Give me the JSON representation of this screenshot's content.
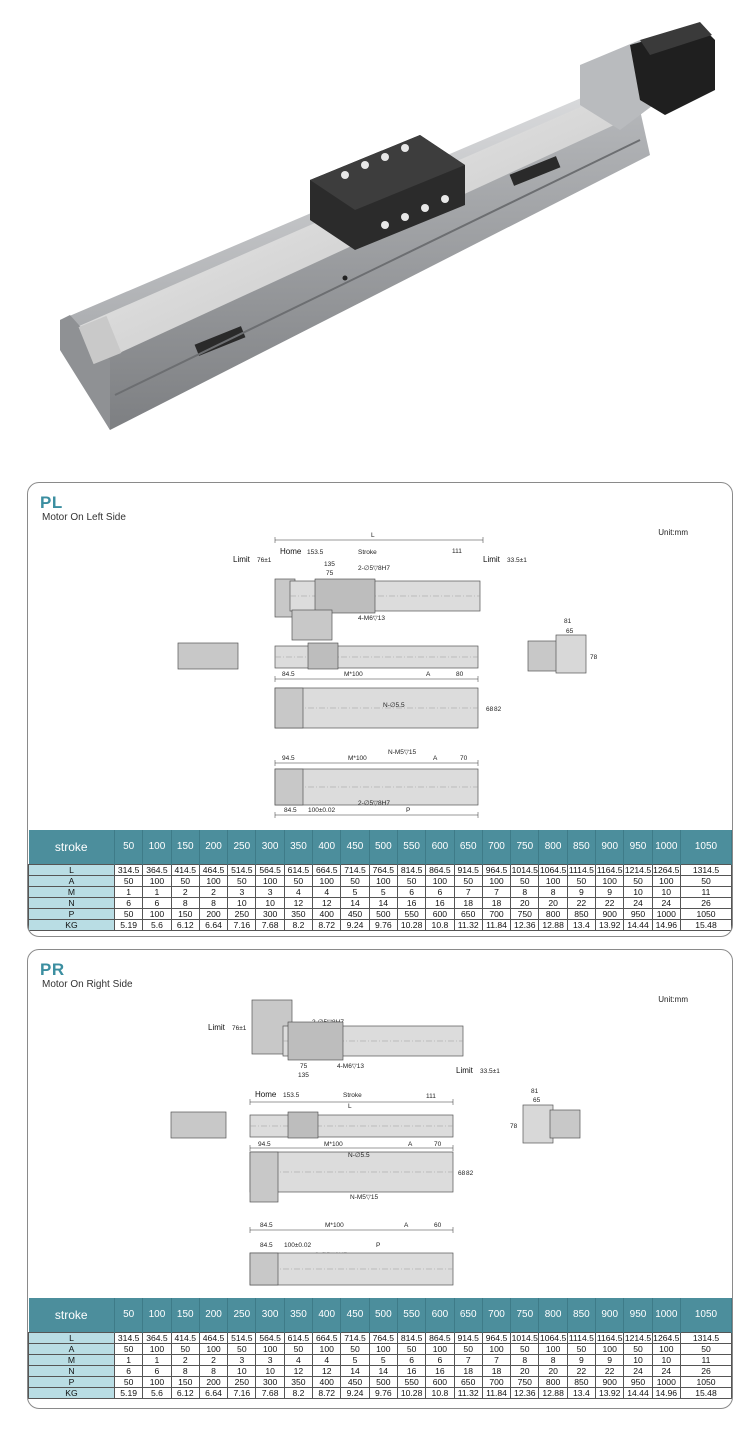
{
  "sections": [
    {
      "id": "pl",
      "code": "PL",
      "subtitle": "Motor On Left Side",
      "unit": "Unit:mm",
      "labels": {
        "L": "L",
        "home": "Home",
        "home_val": "153.5",
        "stroke": "Stroke",
        "d111": "111",
        "limit_l": "Limit",
        "limit_l_val": "76±1",
        "limit_r": "Limit",
        "limit_r_val": "33.5±1",
        "d135": "135",
        "d75": "75",
        "pin": "2-∅5▽8H7",
        "m6": "4-M6▽13",
        "d81": "81",
        "d65": "65",
        "d78": "78",
        "d845a": "84.5",
        "m100a": "M*100",
        "Aa": "A",
        "d80": "80",
        "nphi": "N-∅5.5",
        "nm5": "N-M5▽15",
        "d68": "68",
        "d82": "82",
        "d945": "94.5",
        "m100b": "M*100",
        "Ab": "A",
        "d70": "70",
        "pin2": "2-∅5▽8H7",
        "d845b": "84.5",
        "d100": "100±0.02",
        "P": "P"
      }
    },
    {
      "id": "pr",
      "code": "PR",
      "subtitle": "Motor On Right Side",
      "unit": "Unit:mm",
      "labels": {
        "L": "L",
        "home": "Home",
        "home_val": "153.5",
        "stroke": "Stroke",
        "d111": "111",
        "limit_l": "Limit",
        "limit_l_val": "76±1",
        "limit_r": "Limit",
        "limit_r_val": "33.5±1",
        "d135": "135",
        "d75": "75",
        "pin": "2-∅5▽8H7",
        "m6": "4-M6▽13",
        "d81": "81",
        "d65": "65",
        "d78": "78",
        "d945": "94.5",
        "m100a": "M*100",
        "Aa": "A",
        "d70": "70",
        "nphi": "N-∅5.5",
        "nm5": "N-M5▽15",
        "d68": "68",
        "d82": "82",
        "d845a": "84.5",
        "m100b": "M*100",
        "Ab": "A",
        "d60": "60",
        "d845b": "84.5",
        "d100": "100±0.02",
        "P": "P",
        "pin2": "2-∅5▽8H7"
      }
    }
  ],
  "table": {
    "header_label": "stroke",
    "strokes": [
      "50",
      "100",
      "150",
      "200",
      "250",
      "300",
      "350",
      "400",
      "450",
      "500",
      "550",
      "600",
      "650",
      "700",
      "750",
      "800",
      "850",
      "900",
      "950",
      "1000",
      "1050"
    ],
    "rows": [
      {
        "label": "L",
        "values": [
          "314.5",
          "364.5",
          "414.5",
          "464.5",
          "514.5",
          "564.5",
          "614.5",
          "664.5",
          "714.5",
          "764.5",
          "814.5",
          "864.5",
          "914.5",
          "964.5",
          "1014.5",
          "1064.5",
          "1114.5",
          "1164.5",
          "1214.5",
          "1264.5",
          "1314.5"
        ]
      },
      {
        "label": "A",
        "values": [
          "50",
          "100",
          "50",
          "100",
          "50",
          "100",
          "50",
          "100",
          "50",
          "100",
          "50",
          "100",
          "50",
          "100",
          "50",
          "100",
          "50",
          "100",
          "50",
          "100",
          "50"
        ]
      },
      {
        "label": "M",
        "values": [
          "1",
          "1",
          "2",
          "2",
          "3",
          "3",
          "4",
          "4",
          "5",
          "5",
          "6",
          "6",
          "7",
          "7",
          "8",
          "8",
          "9",
          "9",
          "10",
          "10",
          "11"
        ]
      },
      {
        "label": "N",
        "values": [
          "6",
          "6",
          "8",
          "8",
          "10",
          "10",
          "12",
          "12",
          "14",
          "14",
          "16",
          "16",
          "18",
          "18",
          "20",
          "20",
          "22",
          "22",
          "24",
          "24",
          "26"
        ]
      },
      {
        "label": "P",
        "values": [
          "50",
          "100",
          "150",
          "200",
          "250",
          "300",
          "350",
          "400",
          "450",
          "500",
          "550",
          "600",
          "650",
          "700",
          "750",
          "800",
          "850",
          "900",
          "950",
          "1000",
          "1050"
        ]
      },
      {
        "label": "KG",
        "values": [
          "5.19",
          "5.6",
          "6.12",
          "6.64",
          "7.16",
          "7.68",
          "8.2",
          "8.72",
          "9.24",
          "9.76",
          "10.28",
          "10.8",
          "11.32",
          "11.84",
          "12.36",
          "12.88",
          "13.4",
          "13.92",
          "14.44",
          "14.96",
          "15.48"
        ]
      }
    ]
  },
  "colors": {
    "accent": "#4c8e9c",
    "label_cell": "#b9dde4",
    "title": "#3b8ea0"
  }
}
